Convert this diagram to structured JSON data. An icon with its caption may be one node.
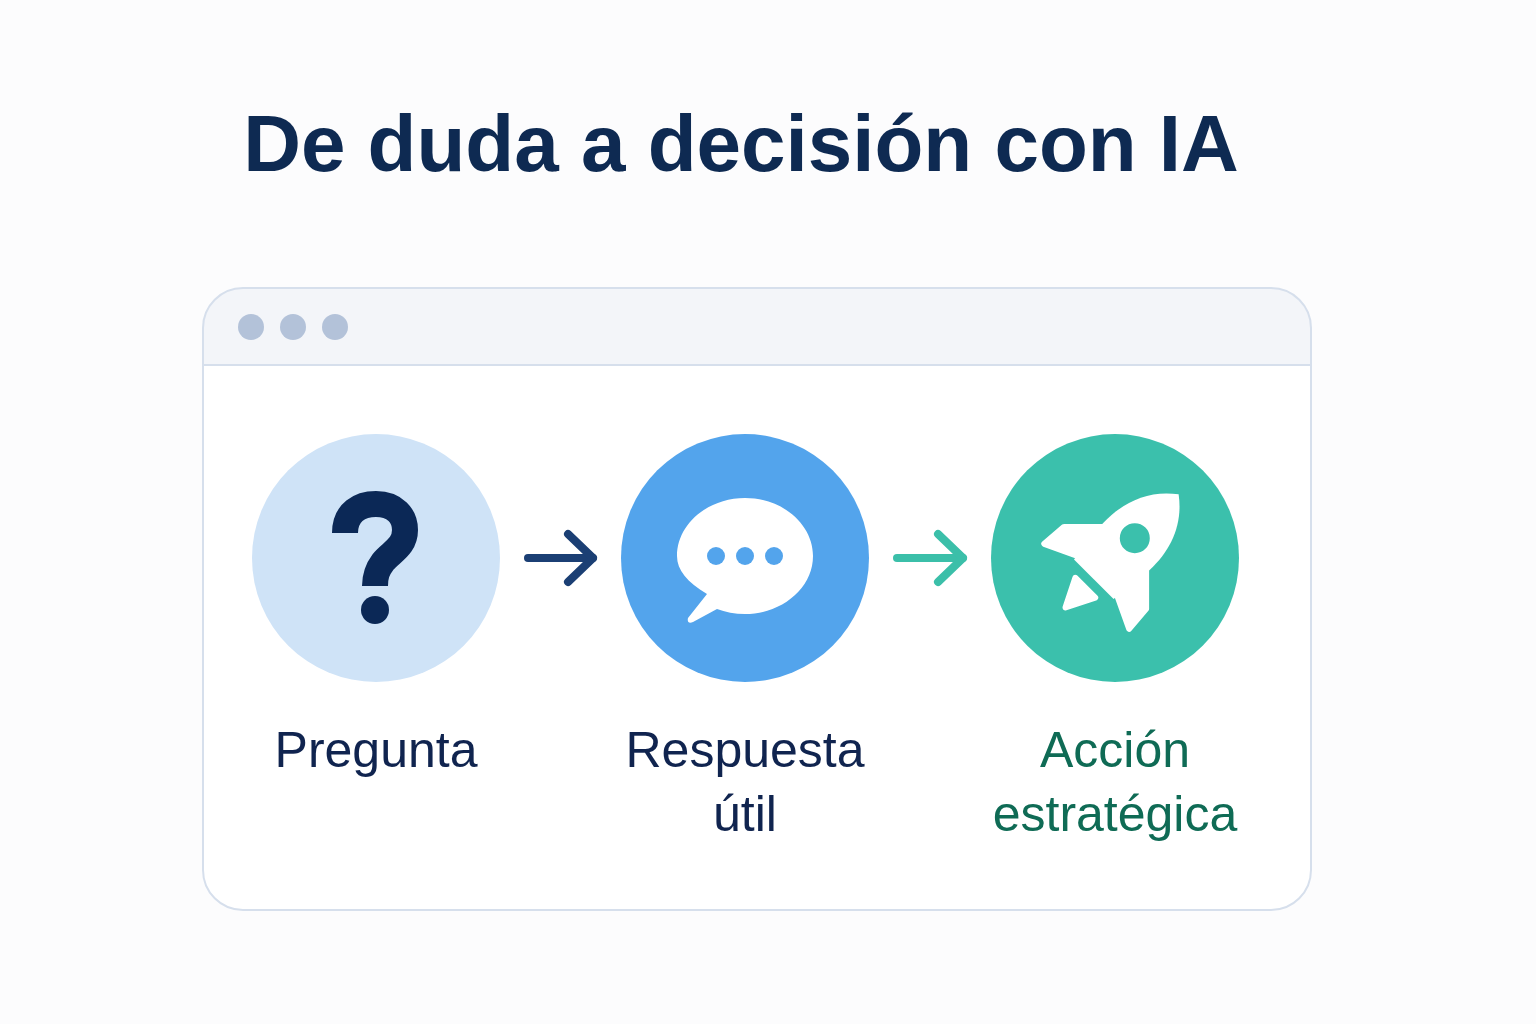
{
  "diagram": {
    "title": "De duda a decisión con IA",
    "nodes": [
      {
        "text": [
          "Pregunta"
        ]
      },
      {
        "text": [
          "Respuesta útil"
        ]
      },
      {
        "text": [
          "Acción estratégica"
        ]
      }
    ],
    "edges": [
      {
        "from": 0,
        "to": 1,
        "arrow": "to",
        "color": "#1b3f74"
      },
      {
        "from": 1,
        "to": 2,
        "arrow": "to",
        "color": "#3bbfa9"
      }
    ]
  }
}
